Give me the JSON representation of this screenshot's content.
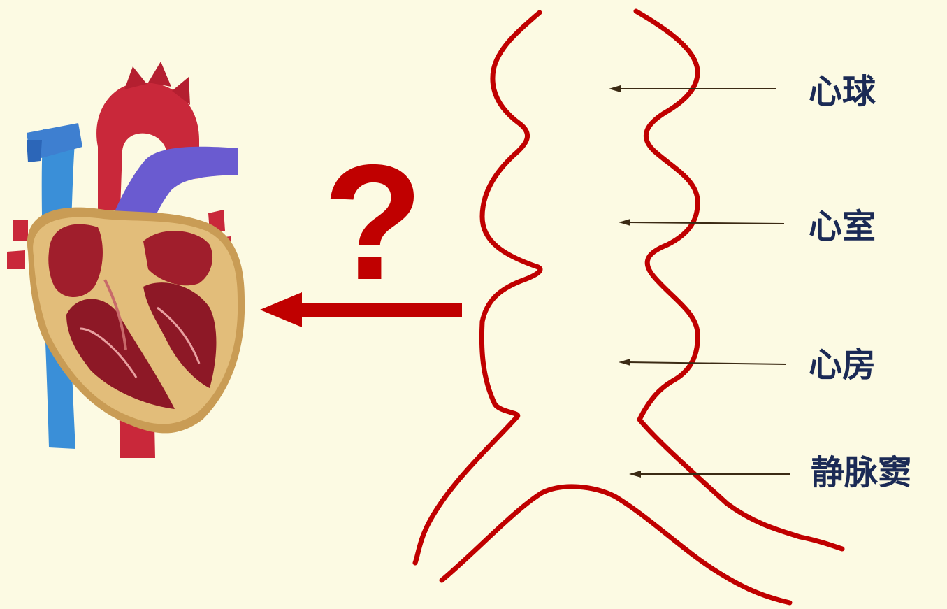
{
  "question_mark": "?",
  "labels": {
    "bulbus": "心球",
    "ventricle": "心室",
    "atrium": "心房",
    "sinus_venosus": "静脉窦"
  },
  "colors": {
    "background": "#fcfae3",
    "tube_outline": "#c00000",
    "arrow": "#c00000",
    "label_text": "#1b2a55",
    "pointer": "#3b2a14"
  },
  "icons": {
    "heart": "adult-heart-cross-section-illustration",
    "arrow": "left-arrow"
  }
}
